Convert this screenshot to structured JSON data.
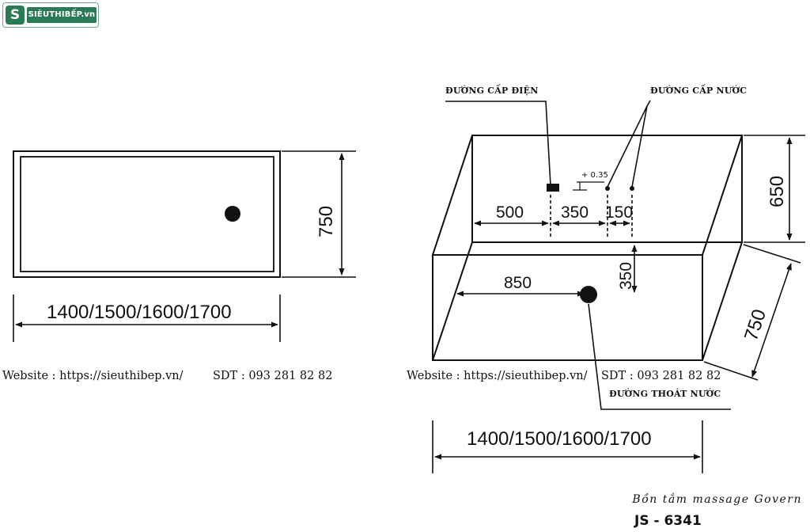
{
  "logo": {
    "mark": "S",
    "text": "SIÊUTHIBẾP.vn"
  },
  "watermarks": [
    "Website : https://sieuthibep.vn/",
    "SDT : 093 281 82 82",
    "Website : https://sieuthibep.vn/",
    "SDT : 093 281 82 82"
  ],
  "top_view": {
    "width_label": "1400/1500/1600/1700",
    "depth_label": "750"
  },
  "iso_view": {
    "power_line_label": "ĐƯỜNG CẤP ĐIỆN",
    "water_supply_label": "ĐƯỜNG CẤP NƯỚC",
    "drain_label": "ĐƯỜNG THOÁT NƯỚC",
    "level_mark": "+ 0.35",
    "dim_500": "500",
    "dim_350_horizontal": "350",
    "dim_150": "150",
    "dim_650": "650",
    "dim_350_vertical": "350",
    "dim_850": "850",
    "dim_750": "750",
    "length_label": "1400/1500/1600/1700"
  },
  "product": {
    "name": "Bồn tắm massage Govern",
    "model": "JS - 6341"
  }
}
